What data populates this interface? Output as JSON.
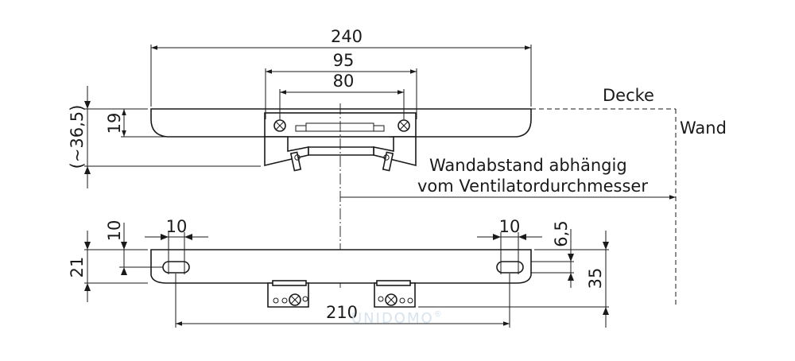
{
  "dimensions": {
    "d240": "240",
    "d95": "95",
    "d80": "80",
    "d19": "19",
    "d365": "(~36,5)",
    "d10_left_v": "10",
    "d10_left_h": "10",
    "d21": "21",
    "d10_right_h": "10",
    "d65": "6,5",
    "d35": "35",
    "d210": "210"
  },
  "labels": {
    "ceiling": "Decke",
    "wall": "Wand",
    "distance_line1": "Wandabstand abhängig",
    "distance_line2": "vom Ventilatordurchmesser"
  },
  "watermark": {
    "text": "UNIDOMO",
    "mark": "®",
    "color": "#d6e3f0"
  },
  "colors": {
    "line": "#1a1a1a",
    "background": "#ffffff"
  }
}
